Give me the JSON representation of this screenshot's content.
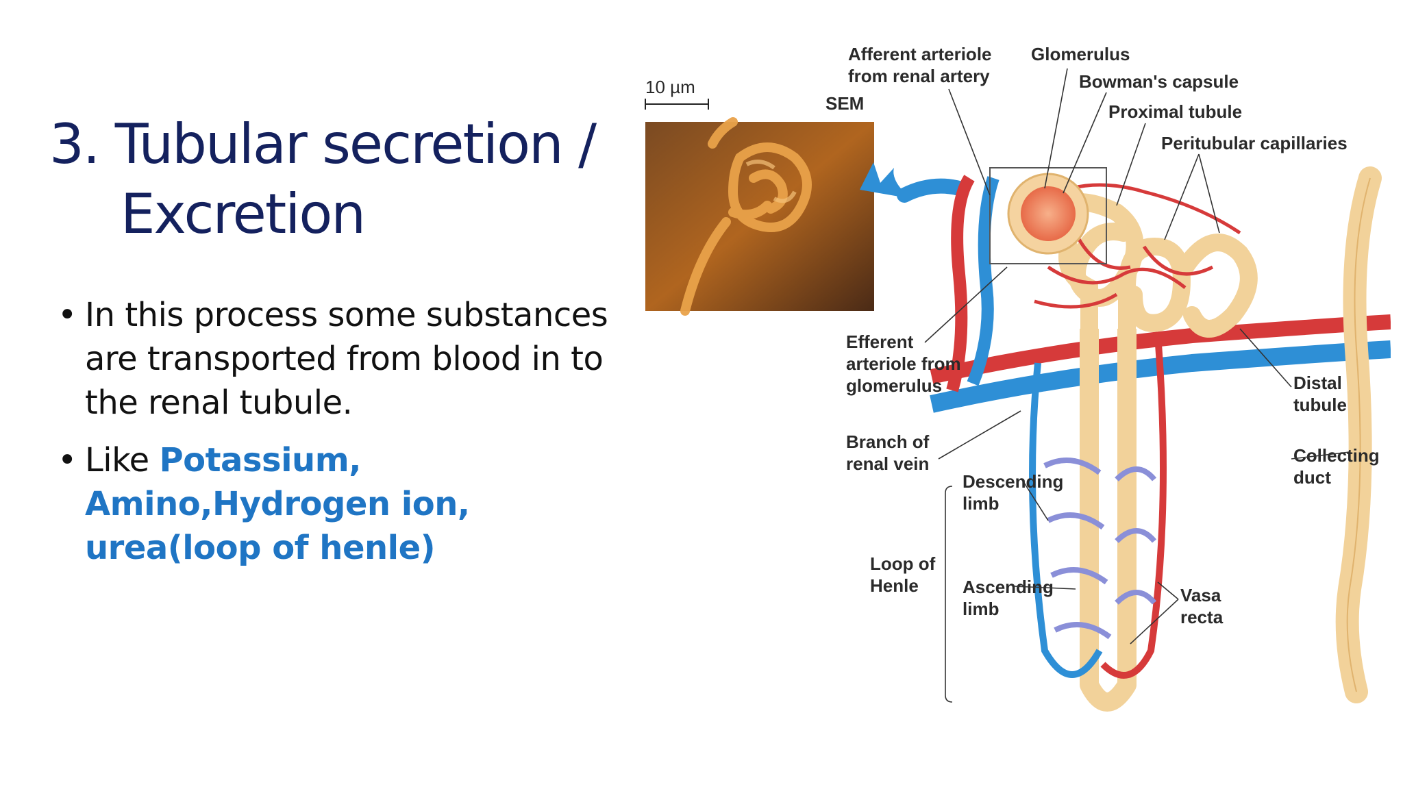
{
  "slide": {
    "title_line1": "3. Tubular secretion /",
    "title_line2": "Excretion",
    "bullets": [
      {
        "text": "In this process some substances are transported from blood in to the renal tubule."
      },
      {
        "prefix": "Like ",
        "highlight": "Potassium, Amino,Hydrogen ion, urea(loop of henle)"
      }
    ]
  },
  "figure": {
    "scale_bar": "10 µm",
    "sem": "SEM",
    "labels": {
      "afferent_1": "Afferent arteriole",
      "afferent_2": "from renal artery",
      "glomerulus": "Glomerulus",
      "bowmans": "Bowman's capsule",
      "proximal": "Proximal tubule",
      "peritubular": "Peritubular capillaries",
      "efferent_1": "Efferent",
      "efferent_2": "arteriole from",
      "efferent_3": "glomerulus",
      "distal_1": "Distal",
      "distal_2": "tubule",
      "branch_1": "Branch of",
      "branch_2": "renal vein",
      "collecting_1": "Collecting",
      "collecting_2": "duct",
      "descending_1": "Descending",
      "descending_2": "limb",
      "loop_1": "Loop of",
      "loop_2": "Henle",
      "ascending_1": "Ascending",
      "ascending_2": "limb",
      "vasa_1": "Vasa",
      "vasa_2": "recta"
    }
  },
  "colors": {
    "title": "#14215e",
    "highlight": "#1f75c4",
    "artery": "#d63a3a",
    "vein": "#2e8fd6",
    "tubule": "#f2d29a"
  }
}
